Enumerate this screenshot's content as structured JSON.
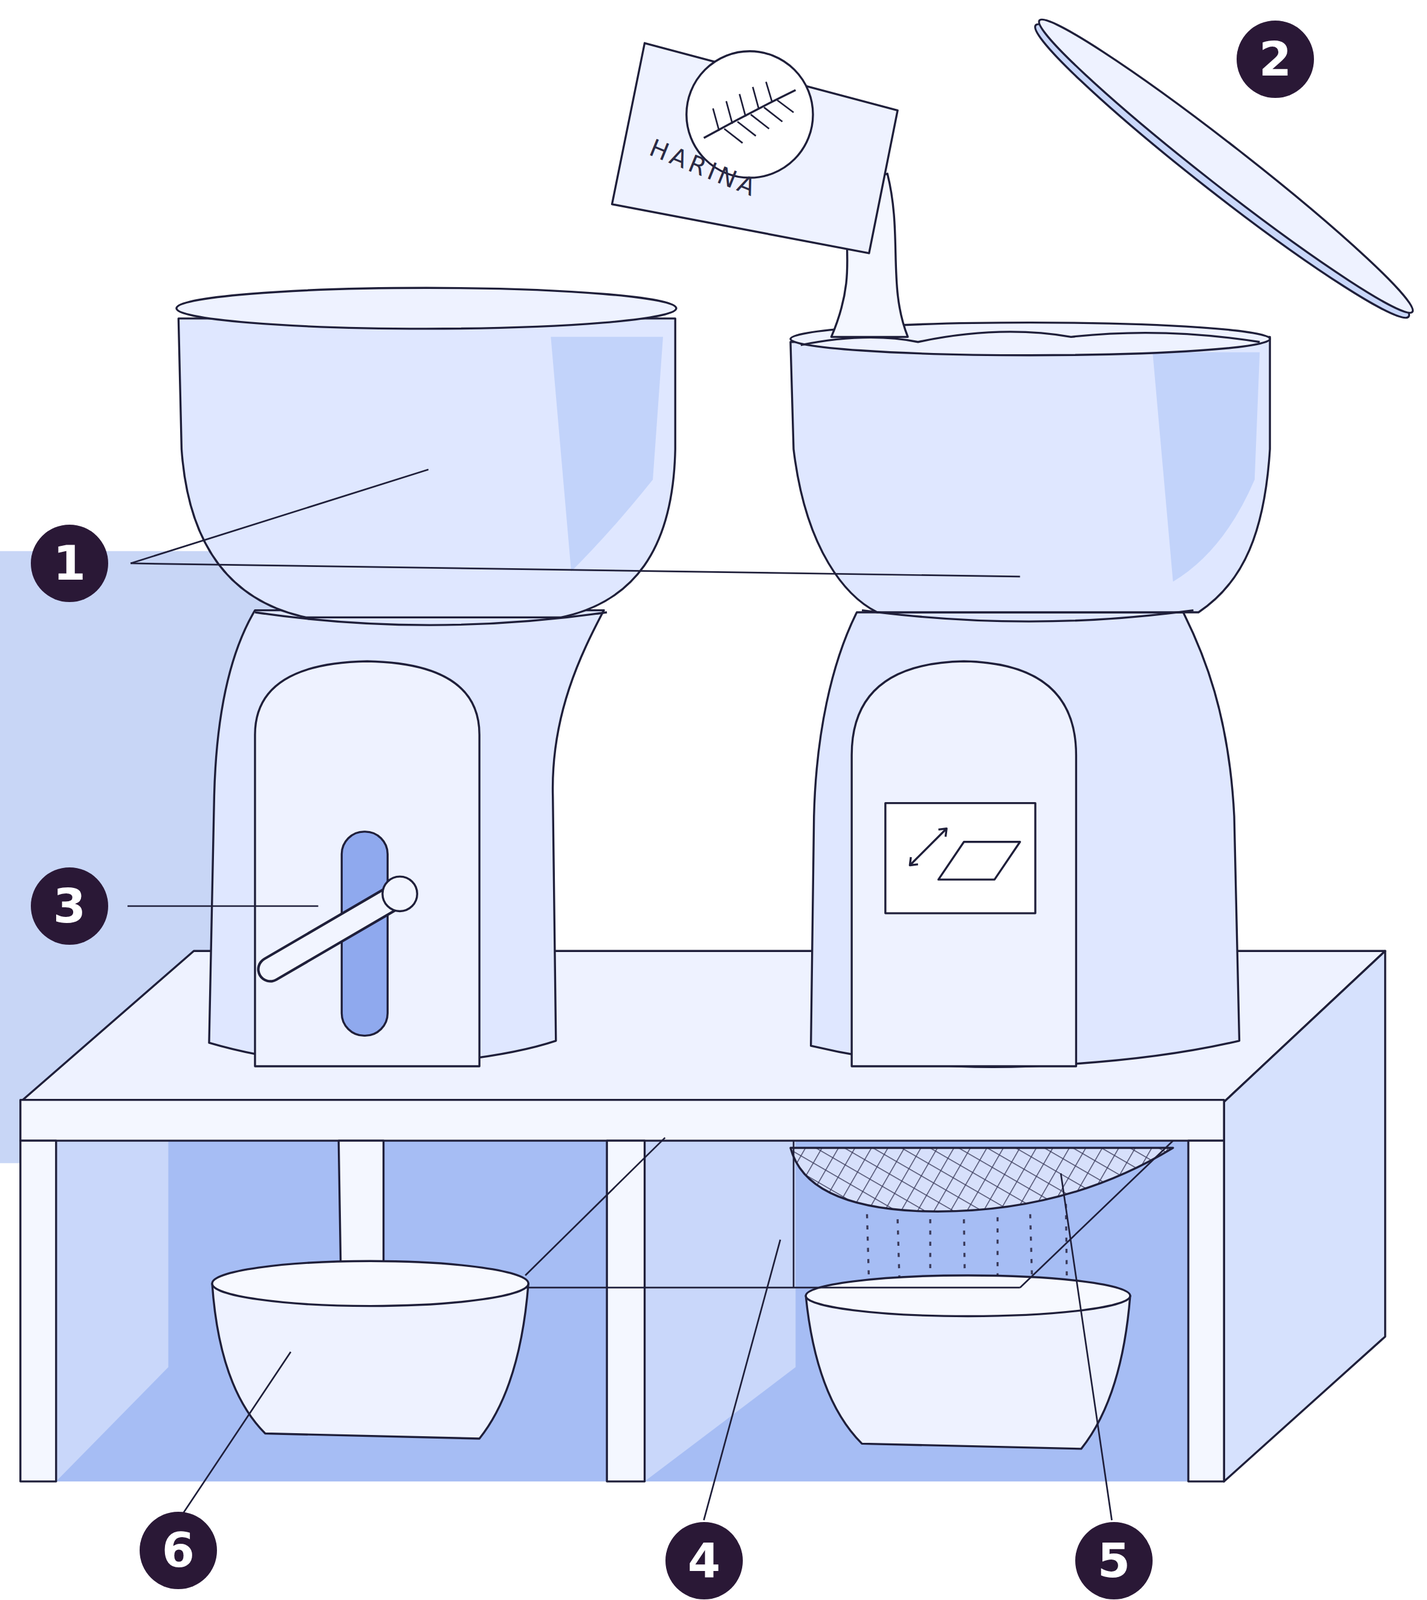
{
  "diagram": {
    "labels": [
      "HARINA",
      "2",
      "1",
      "3",
      "6",
      "4",
      "5"
    ]
  }
}
